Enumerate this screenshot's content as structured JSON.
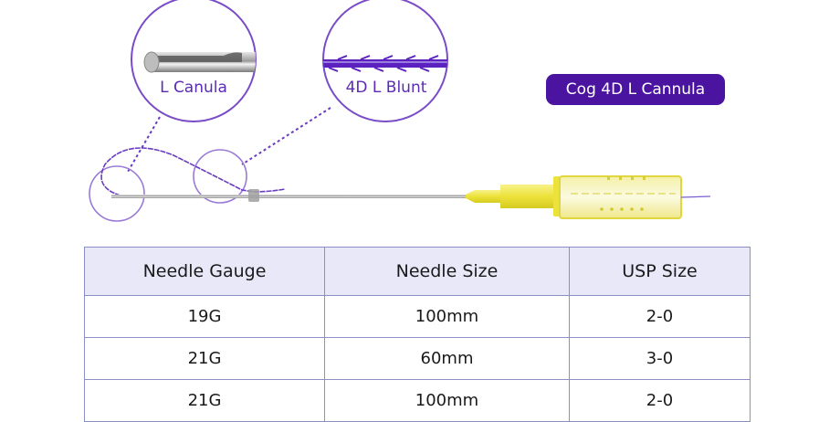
{
  "illustration": {
    "magnifier_left_label": "L Canula",
    "magnifier_right_label": "4D L Blunt",
    "product_badge": "Cog 4D L Cannula",
    "colors": {
      "accent_purple": "#5b2bb5",
      "badge_purple": "#4a14a0",
      "hub_yellow": "#f2ea3a",
      "needle_gray": "#b8b8b8"
    }
  },
  "spec_table": {
    "headers": [
      "Needle Gauge",
      "Needle Size",
      "USP Size"
    ],
    "rows": [
      [
        "19G",
        "100mm",
        "2-0"
      ],
      [
        "21G",
        "60mm",
        "3-0"
      ],
      [
        "21G",
        "100mm",
        "2-0"
      ]
    ],
    "colors": {
      "header_bg": "#e8e8f8",
      "border": "#8a8fc4"
    }
  }
}
